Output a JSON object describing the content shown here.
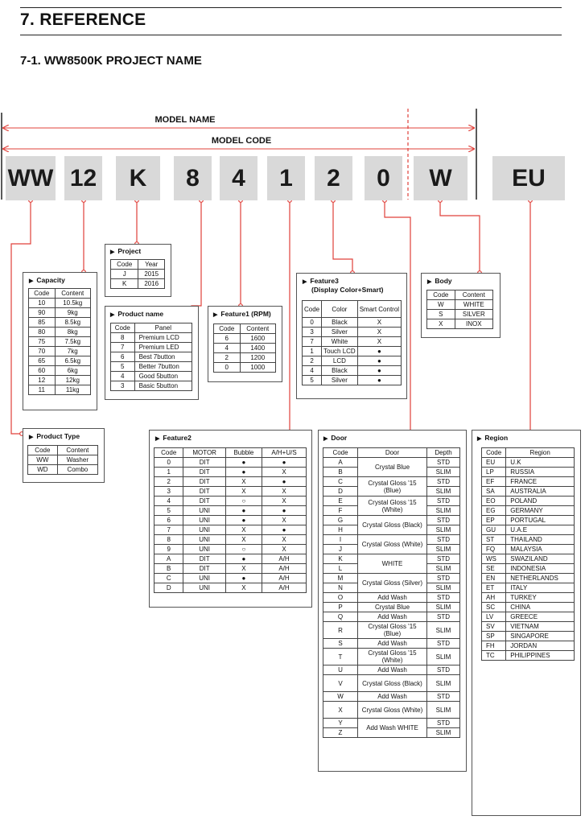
{
  "heading": "7.  REFERENCE",
  "subheading": "7-1.  WW8500K PROJECT NAME",
  "model_name_label": "MODEL NAME",
  "model_code_label": "MODEL CODE",
  "codes": [
    "WW",
    "12",
    "K",
    "8",
    "4",
    "1",
    "2",
    "0",
    "W",
    "EU"
  ],
  "colors": {
    "accent": "#e0403a",
    "box_bg": "#d9d9d9"
  },
  "project": {
    "title": "Project",
    "headers": [
      "Code",
      "Year"
    ],
    "rows": [
      [
        "J",
        "2015"
      ],
      [
        "K",
        "2016"
      ]
    ]
  },
  "capacity": {
    "title": "Capacity",
    "headers": [
      "Code",
      "Content"
    ],
    "rows": [
      [
        "10",
        "10.5kg"
      ],
      [
        "90",
        "9kg"
      ],
      [
        "85",
        "8.5kg"
      ],
      [
        "80",
        "8kg"
      ],
      [
        "75",
        "7.5kg"
      ],
      [
        "70",
        "7kg"
      ],
      [
        "65",
        "6.5kg"
      ],
      [
        "60",
        "6kg"
      ],
      [
        "12",
        "12kg"
      ],
      [
        "11",
        "11kg"
      ]
    ]
  },
  "product_name": {
    "title": "Product name",
    "headers": [
      "Code",
      "Panel"
    ],
    "rows": [
      [
        "8",
        "Premium LCD"
      ],
      [
        "7",
        "Premium LED"
      ],
      [
        "6",
        "Best 7button"
      ],
      [
        "5",
        "Better 7button"
      ],
      [
        "4",
        "Good 5button"
      ],
      [
        "3",
        "Basic 5button"
      ]
    ]
  },
  "feature1": {
    "title": "Feature1 (RPM)",
    "headers": [
      "Code",
      "Content"
    ],
    "rows": [
      [
        "6",
        "1600"
      ],
      [
        "4",
        "1400"
      ],
      [
        "2",
        "1200"
      ],
      [
        "0",
        "1000"
      ]
    ]
  },
  "feature3": {
    "title": "Feature3",
    "title2": "(Display Color+Smart)",
    "headers": [
      "Code",
      "Color",
      "Smart Control"
    ],
    "rows": [
      [
        "0",
        "Black",
        "X"
      ],
      [
        "3",
        "Silver",
        "X"
      ],
      [
        "7",
        "White",
        "X"
      ],
      [
        "1",
        "Touch LCD",
        "●"
      ],
      [
        "2",
        "LCD",
        "●"
      ],
      [
        "4",
        "Black",
        "●"
      ],
      [
        "5",
        "Silver",
        "●"
      ]
    ]
  },
  "body_panel": {
    "title": "Body",
    "headers": [
      "Code",
      "Content"
    ],
    "rows": [
      [
        "W",
        "WHITE"
      ],
      [
        "S",
        "SILVER"
      ],
      [
        "X",
        "INOX"
      ]
    ]
  },
  "product_type": {
    "title": "Product Type",
    "headers": [
      "Code",
      "Content"
    ],
    "rows": [
      [
        "WW",
        "Washer"
      ],
      [
        "WD",
        "Combo"
      ]
    ]
  },
  "feature2": {
    "title": "Feature2",
    "headers": [
      "Code",
      "MOTOR",
      "Bubble",
      "A/H+U/S"
    ],
    "rows": [
      [
        "0",
        "DIT",
        "●",
        "●"
      ],
      [
        "1",
        "DIT",
        "●",
        "X"
      ],
      [
        "2",
        "DIT",
        "X",
        "●"
      ],
      [
        "3",
        "DIT",
        "X",
        "X"
      ],
      [
        "4",
        "DIT",
        "○",
        "X"
      ],
      [
        "5",
        "UNI",
        "●",
        "●"
      ],
      [
        "6",
        "UNI",
        "●",
        "X"
      ],
      [
        "7",
        "UNI",
        "X",
        "●"
      ],
      [
        "8",
        "UNI",
        "X",
        "X"
      ],
      [
        "9",
        "UNI",
        "○",
        "X"
      ],
      [
        "A",
        "DIT",
        "●",
        "A/H"
      ],
      [
        "B",
        "DIT",
        "X",
        "A/H"
      ],
      [
        "C",
        "UNI",
        "●",
        "A/H"
      ],
      [
        "D",
        "UNI",
        "X",
        "A/H"
      ]
    ]
  },
  "door": {
    "title": "Door",
    "headers": [
      "Code",
      "Door",
      "Depth"
    ],
    "rows": [
      {
        "codes": [
          "A",
          "B"
        ],
        "door": "Crystal Blue",
        "depth": [
          "STD",
          "SLIM"
        ]
      },
      {
        "codes": [
          "C",
          "D"
        ],
        "door": "Crystal Gloss '15 (Blue)",
        "depth": [
          "STD",
          "SLIM"
        ]
      },
      {
        "codes": [
          "E",
          "F"
        ],
        "door": "Crystal Gloss '15 (White)",
        "depth": [
          "STD",
          "SLIM"
        ]
      },
      {
        "codes": [
          "G",
          "H"
        ],
        "door": "Crystal Gloss (Black)",
        "depth": [
          "STD",
          "SLIM"
        ]
      },
      {
        "codes": [
          "I",
          "J"
        ],
        "door": "Crystal Gloss (White)",
        "depth": [
          "STD",
          "SLIM"
        ]
      },
      {
        "codes": [
          "K",
          "L"
        ],
        "door": "WHITE",
        "depth": [
          "STD",
          "SLIM"
        ]
      },
      {
        "codes": [
          "M",
          "N"
        ],
        "door": "Crystal Gloss (Silver)",
        "depth": [
          "STD",
          "SLIM"
        ]
      },
      {
        "codes": [
          "O"
        ],
        "door": "Add Wash",
        "depth": [
          "STD"
        ]
      },
      {
        "codes": [
          "P"
        ],
        "door": "Crystal Blue",
        "depth": [
          "SLIM"
        ]
      },
      {
        "codes": [
          "Q"
        ],
        "door": "Add Wash",
        "depth": [
          "STD"
        ]
      },
      {
        "codes": [
          "R"
        ],
        "door": "Crystal Gloss '15 (Blue)",
        "depth": [
          "SLIM"
        ]
      },
      {
        "codes": [
          "S"
        ],
        "door": "Add Wash",
        "depth": [
          "STD"
        ]
      },
      {
        "codes": [
          "T"
        ],
        "door": "Crystal Gloss '15 (White)",
        "depth": [
          "SLIM"
        ]
      },
      {
        "codes": [
          "U"
        ],
        "door": "Add Wash",
        "depth": [
          "STD"
        ]
      },
      {
        "codes": [
          "V"
        ],
        "door": "Crystal Gloss (Black)",
        "depth": [
          "SLIM"
        ]
      },
      {
        "codes": [
          "W"
        ],
        "door": "Add Wash",
        "depth": [
          "STD"
        ]
      },
      {
        "codes": [
          "X"
        ],
        "door": "Crystal Gloss (White)",
        "depth": [
          "SLIM"
        ]
      },
      {
        "codes": [
          "Y",
          "Z"
        ],
        "door": "Add Wash WHITE",
        "depth": [
          "STD",
          "SLIM"
        ]
      }
    ]
  },
  "region": {
    "title": "Region",
    "headers": [
      "Code",
      "Region"
    ],
    "rows": [
      [
        "EU",
        "U.K"
      ],
      [
        "LP",
        "RUSSIA"
      ],
      [
        "EF",
        "FRANCE"
      ],
      [
        "SA",
        "AUSTRALIA"
      ],
      [
        "EO",
        "POLAND"
      ],
      [
        "EG",
        "GERMANY"
      ],
      [
        "EP",
        "PORTUGAL"
      ],
      [
        "GU",
        "U.A.E"
      ],
      [
        "ST",
        "THAILAND"
      ],
      [
        "FQ",
        "MALAYSIA"
      ],
      [
        "WS",
        "SWAZILAND"
      ],
      [
        "SE",
        "INDONESIA"
      ],
      [
        "EN",
        "NETHERLANDS"
      ],
      [
        "ET",
        "ITALY"
      ],
      [
        "AH",
        "TURKEY"
      ],
      [
        "SC",
        "CHINA"
      ],
      [
        "LV",
        "GREECE"
      ],
      [
        "SV",
        "VIETNAM"
      ],
      [
        "SP",
        "SINGAPORE"
      ],
      [
        "FH",
        "JORDAN"
      ],
      [
        "TC",
        "PHILIPPINES"
      ]
    ]
  }
}
